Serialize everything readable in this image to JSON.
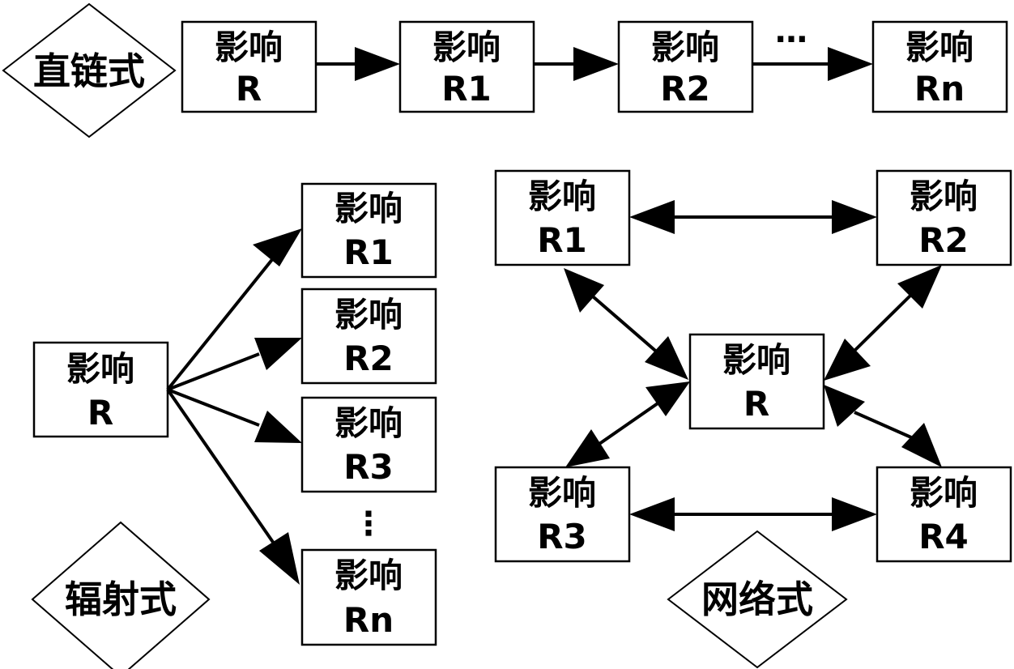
{
  "node_title": "影响",
  "node_suffix": {
    "R": "R",
    "R1": "R1",
    "R2": "R2",
    "R3": "R3",
    "R4": "R4",
    "Rn": "Rn"
  },
  "modes": {
    "chain": "直链式",
    "radial": "辐射式",
    "network": "网络式"
  },
  "ellipsis": "…",
  "vertical_ellipsis": "⋮"
}
